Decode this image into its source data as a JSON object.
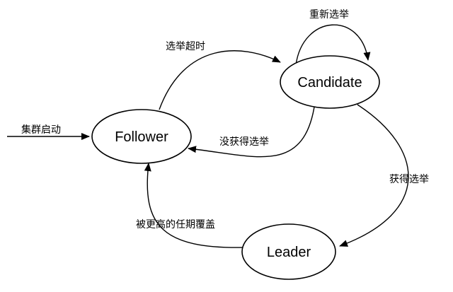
{
  "nodes": {
    "follower": "Follower",
    "candidate": "Candidate",
    "leader": "Leader"
  },
  "edges": {
    "cluster_start": "集群启动",
    "election_timeout": "选举超时",
    "re_election": "重新选举",
    "not_elected": "没获得选举",
    "elected": "获得选举",
    "higher_term": "被更高的任期覆盖"
  },
  "colors": {
    "stroke": "#000000",
    "background": "#ffffff"
  }
}
